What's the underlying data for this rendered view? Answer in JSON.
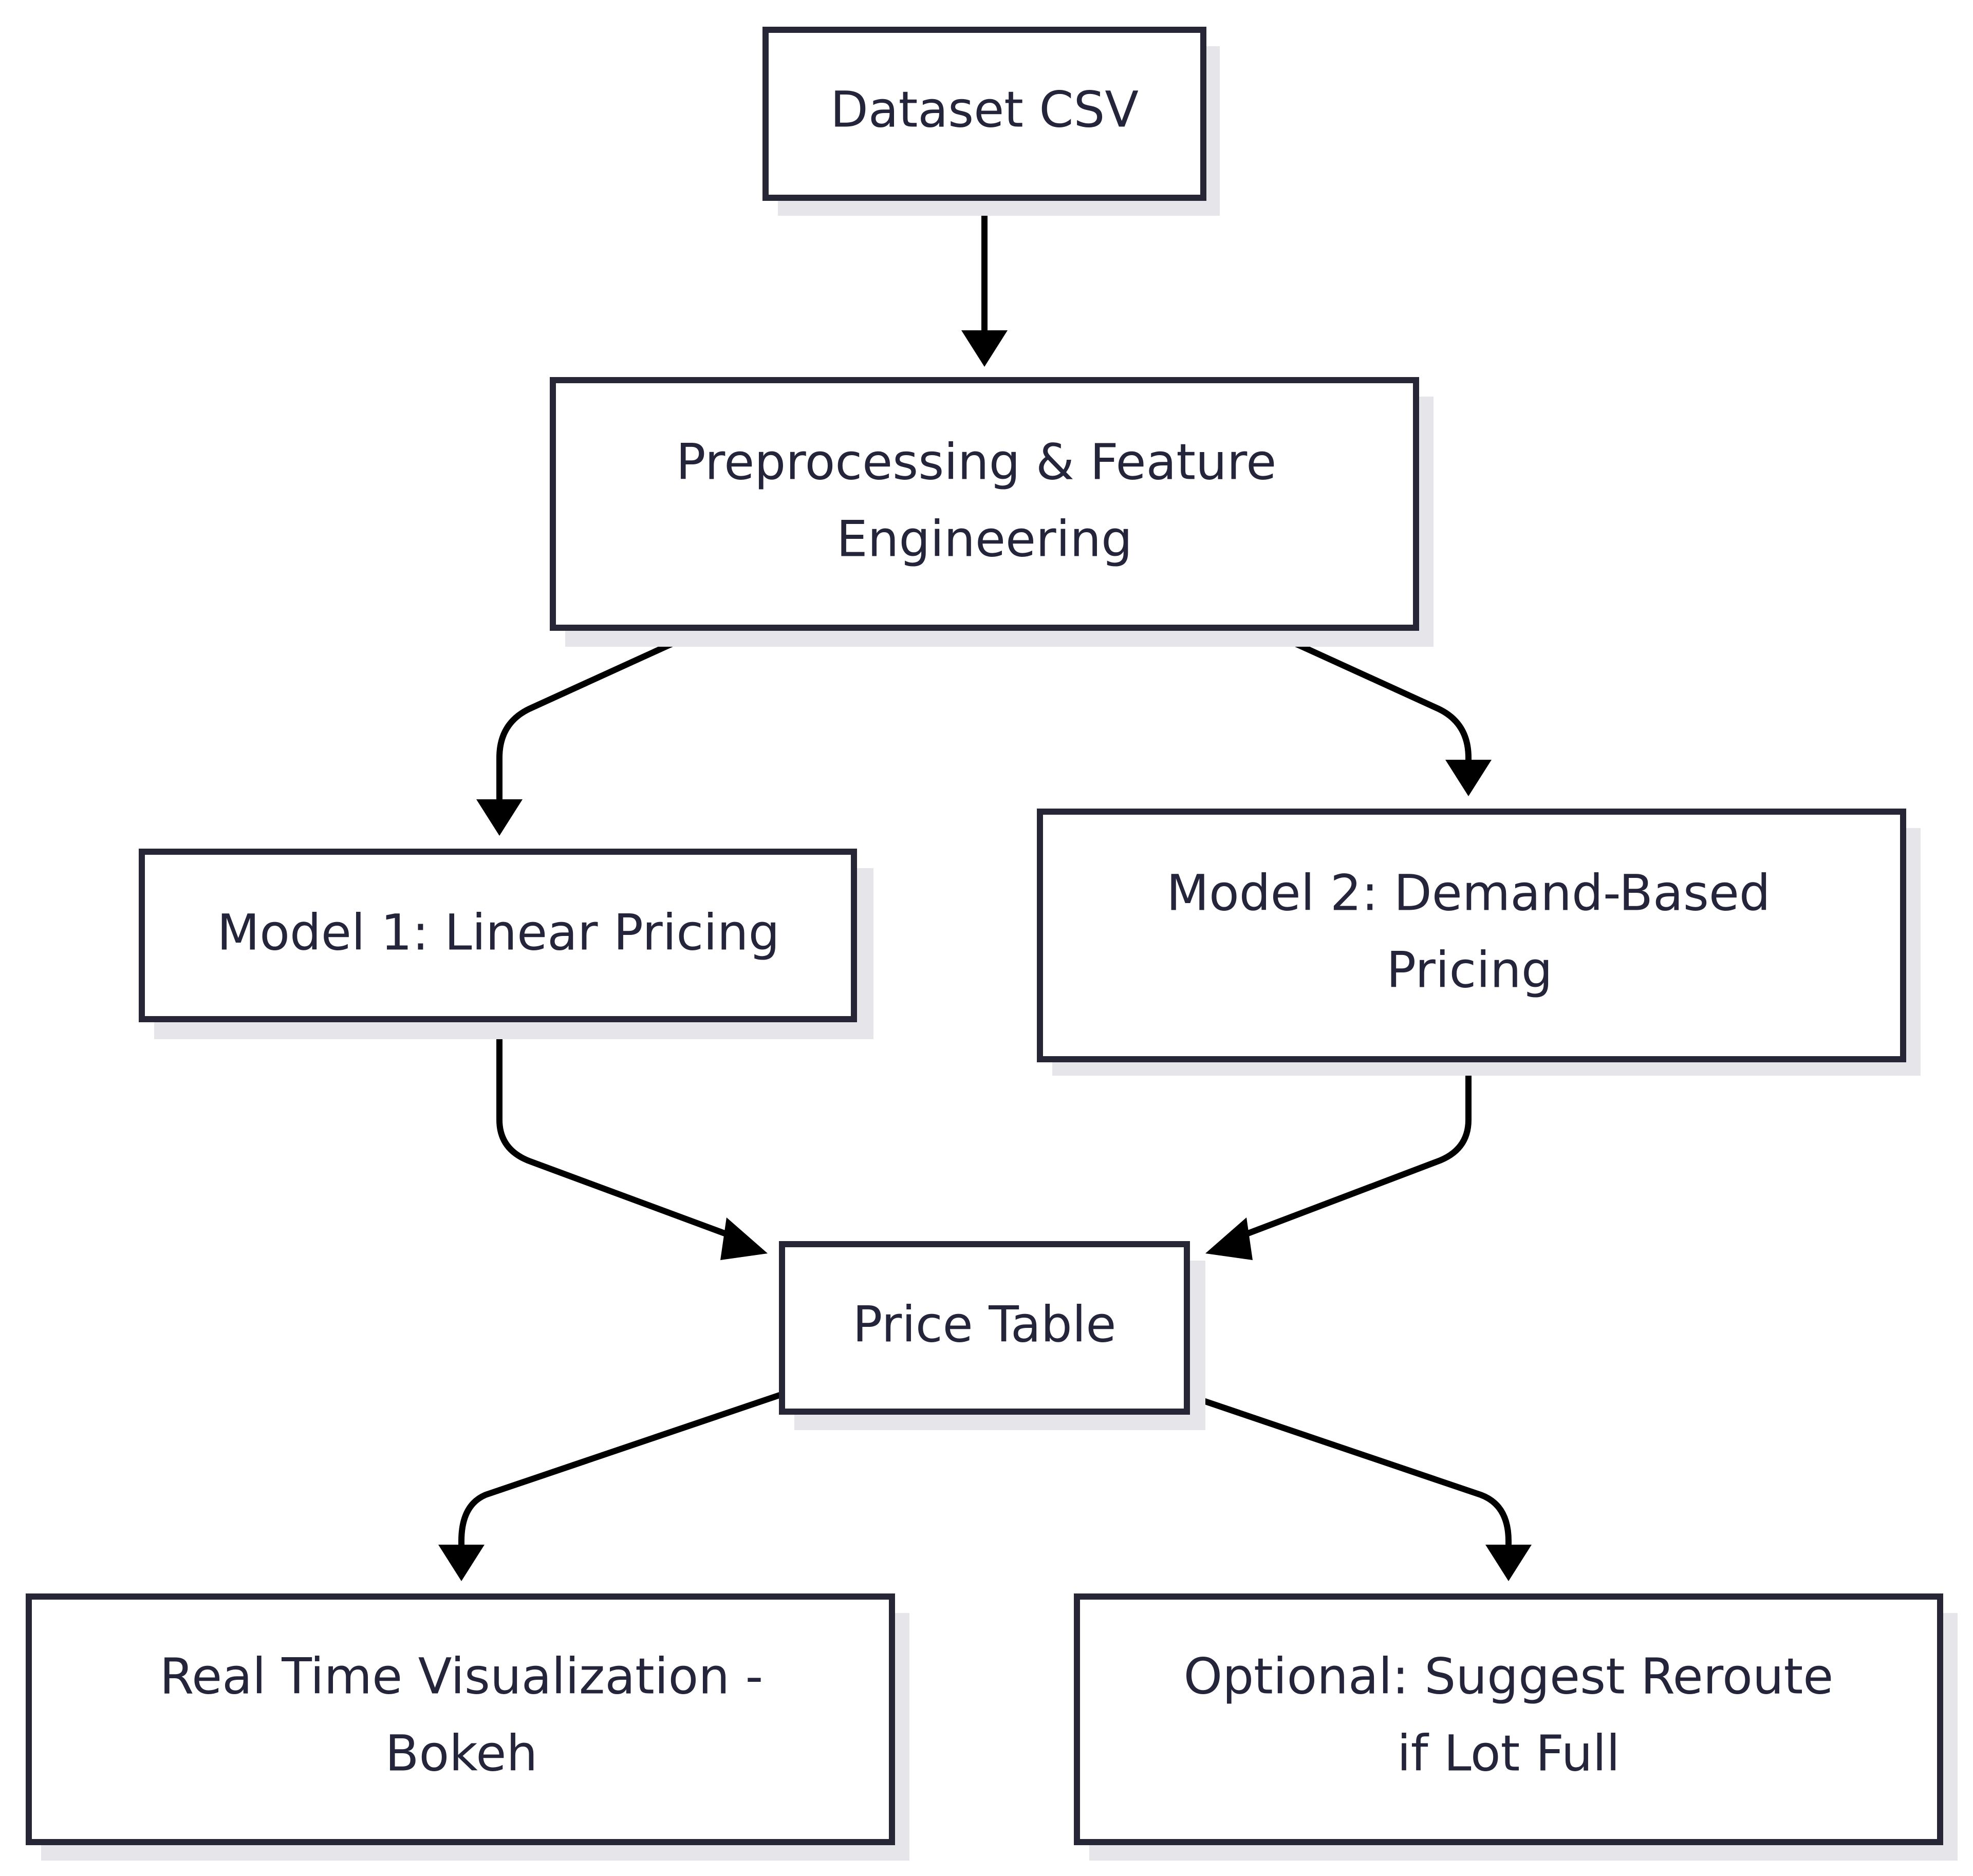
{
  "nodes": [
    {
      "id": "dataset",
      "lines": [
        "Dataset CSV"
      ]
    },
    {
      "id": "preprocessing",
      "lines": [
        "Preprocessing & Feature",
        "Engineering"
      ]
    },
    {
      "id": "model1",
      "lines": [
        "Model 1: Linear Pricing"
      ]
    },
    {
      "id": "model2",
      "lines": [
        "Model 2: Demand-Based",
        "Pricing"
      ]
    },
    {
      "id": "price_table",
      "lines": [
        "Price Table"
      ]
    },
    {
      "id": "visualization",
      "lines": [
        "Real Time Visualization -",
        "Bokeh"
      ]
    },
    {
      "id": "reroute",
      "lines": [
        "Optional: Suggest Reroute",
        "if Lot Full"
      ]
    }
  ],
  "edges": [
    {
      "from": "dataset",
      "to": "preprocessing"
    },
    {
      "from": "preprocessing",
      "to": "model1"
    },
    {
      "from": "preprocessing",
      "to": "model2"
    },
    {
      "from": "model1",
      "to": "price_table"
    },
    {
      "from": "model2",
      "to": "price_table"
    },
    {
      "from": "price_table",
      "to": "visualization"
    },
    {
      "from": "price_table",
      "to": "reroute"
    }
  ]
}
